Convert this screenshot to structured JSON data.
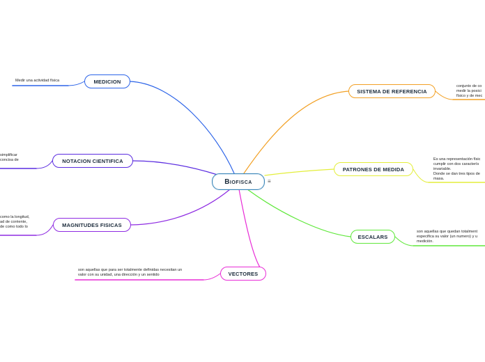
{
  "central": {
    "label": "Biofisca",
    "menu_glyph": "≡"
  },
  "branches": [
    {
      "id": "medicion",
      "label": "MEDICION",
      "color": "#2b63e8",
      "note": "Medir una actividad física"
    },
    {
      "id": "notacion",
      "label": "NOTACION CIENTIFICA",
      "color": "#5a2be0",
      "note": "simplificar\nconcisa de"
    },
    {
      "id": "magnitudes",
      "label": "MAGNITUDES FISICAS",
      "color": "#8e2be2",
      "note": "como la longitud,\nad de corriente,\nde como todo lo"
    },
    {
      "id": "vectores",
      "label": "VECTORES",
      "color": "#e82bd6",
      "note": "son aquellas que para ser totalmente definidas necesitan un\nvalor con su unidad, una dirección y un sentido"
    },
    {
      "id": "sistema",
      "label": "SISTEMA DE REFERENCIA",
      "color": "#f2a024",
      "note": "conjunto de co\nmedir la posici\nfísico y de mec"
    },
    {
      "id": "patrones",
      "label": "PATRONES DE MEDIDA",
      "color": "#e3ee3a",
      "note": "Es una representación físic\ncumplir con dos caracterís\ninvariable.\nDonde se dan tres tipos de\nmasa."
    },
    {
      "id": "escalars",
      "label": "ESCALARS",
      "color": "#5fe83a",
      "note": "son aquellas que quedan totalment\nespecifica su valor (un numero) y u\nmedición."
    }
  ]
}
